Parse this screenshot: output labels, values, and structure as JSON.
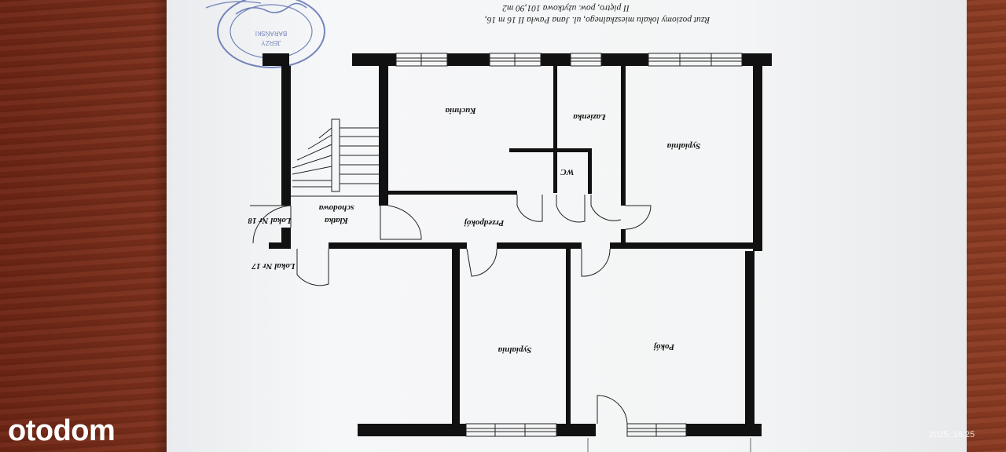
{
  "header": {
    "line1": "Rzut poziomy lokalu mieszkalnego, ul. Jana Pawła II 16 m 16,",
    "line2": "II piętro, pow. użytkowa 101,90 m2"
  },
  "rooms": {
    "kuchnia": "Kuchnia",
    "lazienka": "Łazienka",
    "sypialnia_top": "Sypialnia",
    "wc": "WC",
    "przedpokoj": "Przedpokój",
    "klatka_line1": "Klatka",
    "klatka_line2": "schodowa",
    "sypialnia_bottom": "Sypialnia",
    "pokoj": "Pokój"
  },
  "neighbors": {
    "lokal18": "Lokal Nr 18",
    "lokal17": "Lokal Nr 17"
  },
  "stamp": {
    "name": "JERZY",
    "surname": "BARAŃSKI"
  },
  "watermark": {
    "logo": "otodom"
  },
  "photo": {
    "timestamp": "2025, 16:25"
  },
  "colors": {
    "wall": "#111111",
    "stamp": "#4a5fa8",
    "paper": "#f4f5f6"
  }
}
